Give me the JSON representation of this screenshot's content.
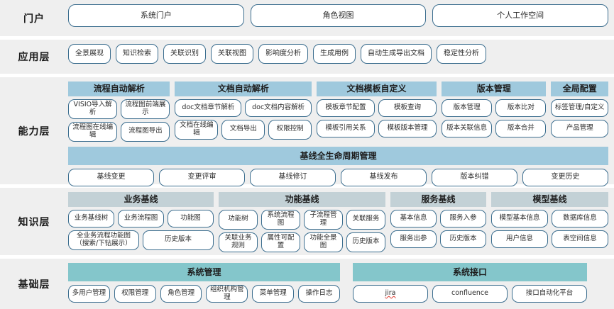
{
  "colors": {
    "band_bg": "#efefef",
    "pill_border": "#3c6e8f",
    "capability_header_bg": "#9fc9dd",
    "knowledge_header_bg": "#c3d1d6",
    "base_header_bg": "#84c6cb",
    "spellcheck_underline": "#e03b2f"
  },
  "layers": {
    "portal": {
      "label": "门户",
      "items": [
        "系统门户",
        "角色视图",
        "个人工作空间"
      ]
    },
    "application": {
      "label": "应用层",
      "items": [
        "全景展现",
        "知识检索",
        "关联识别",
        "关联视图",
        "影响度分析",
        "生成用例",
        "自动生成导出文档",
        "稳定性分析"
      ]
    },
    "capability": {
      "label": "能力层",
      "groups": [
        {
          "title": "流程自动解析",
          "rows": [
            [
              "VISIO导入解析",
              "流程图前端展示"
            ],
            [
              "流程图在线编辑",
              "流程图导出"
            ]
          ]
        },
        {
          "title": "文档自动解析",
          "rows": [
            [
              "doc文档章节解析",
              "doc文档内容解析"
            ],
            [
              "文档在线编辑",
              "文档导出",
              "权限控制"
            ]
          ]
        },
        {
          "title": "文档模板自定义",
          "rows": [
            [
              "模板章节配置",
              "模板查询"
            ],
            [
              "模板引用关系",
              "模板版本管理"
            ]
          ]
        },
        {
          "title": "版本管理",
          "rows": [
            [
              "版本管理",
              "版本比对"
            ],
            [
              "版本关联信息",
              "版本合并"
            ]
          ]
        },
        {
          "title": "全局配置",
          "rows": [
            [
              "标签管理/自定义"
            ],
            [
              "产品管理"
            ]
          ]
        }
      ],
      "baseline_strip": {
        "title": "基线全生命周期管理",
        "items": [
          "基线变更",
          "变更评审",
          "基线修订",
          "基线发布",
          "版本纠错",
          "变更历史"
        ]
      }
    },
    "knowledge": {
      "label": "知识层",
      "groups": [
        {
          "title": "业务基线",
          "rows": [
            [
              "业务基线树",
              "业务流程图",
              "功能图"
            ],
            [
              "全业务流程功能图（搜索/下钻展示）",
              "历史版本"
            ]
          ]
        },
        {
          "title": "功能基线",
          "rows": [
            [
              "功能树",
              "系统流程图",
              "子流程管理",
              "关联服务"
            ],
            [
              "关联业务规则",
              "属性可配置",
              "功能全景图",
              "历史版本"
            ]
          ]
        },
        {
          "title": "服务基线",
          "rows": [
            [
              "基本信息",
              "服务入参"
            ],
            [
              "服务出参",
              "历史版本"
            ]
          ]
        },
        {
          "title": "模型基线",
          "rows": [
            [
              "模型基本信息",
              "数据库信息"
            ],
            [
              "用户信息",
              "表空间信息"
            ]
          ]
        }
      ]
    },
    "base": {
      "label": "基础层",
      "columns": [
        {
          "title": "系统管理",
          "items": [
            "多用户管理",
            "权限管理",
            "角色管理",
            "组织机构管理",
            "菜单管理",
            "操作日志"
          ]
        },
        {
          "title": "系统接口",
          "items": [
            "jira",
            "confluence",
            "接口自动化平台"
          ],
          "spellchecked": [
            "jira"
          ]
        }
      ]
    }
  }
}
